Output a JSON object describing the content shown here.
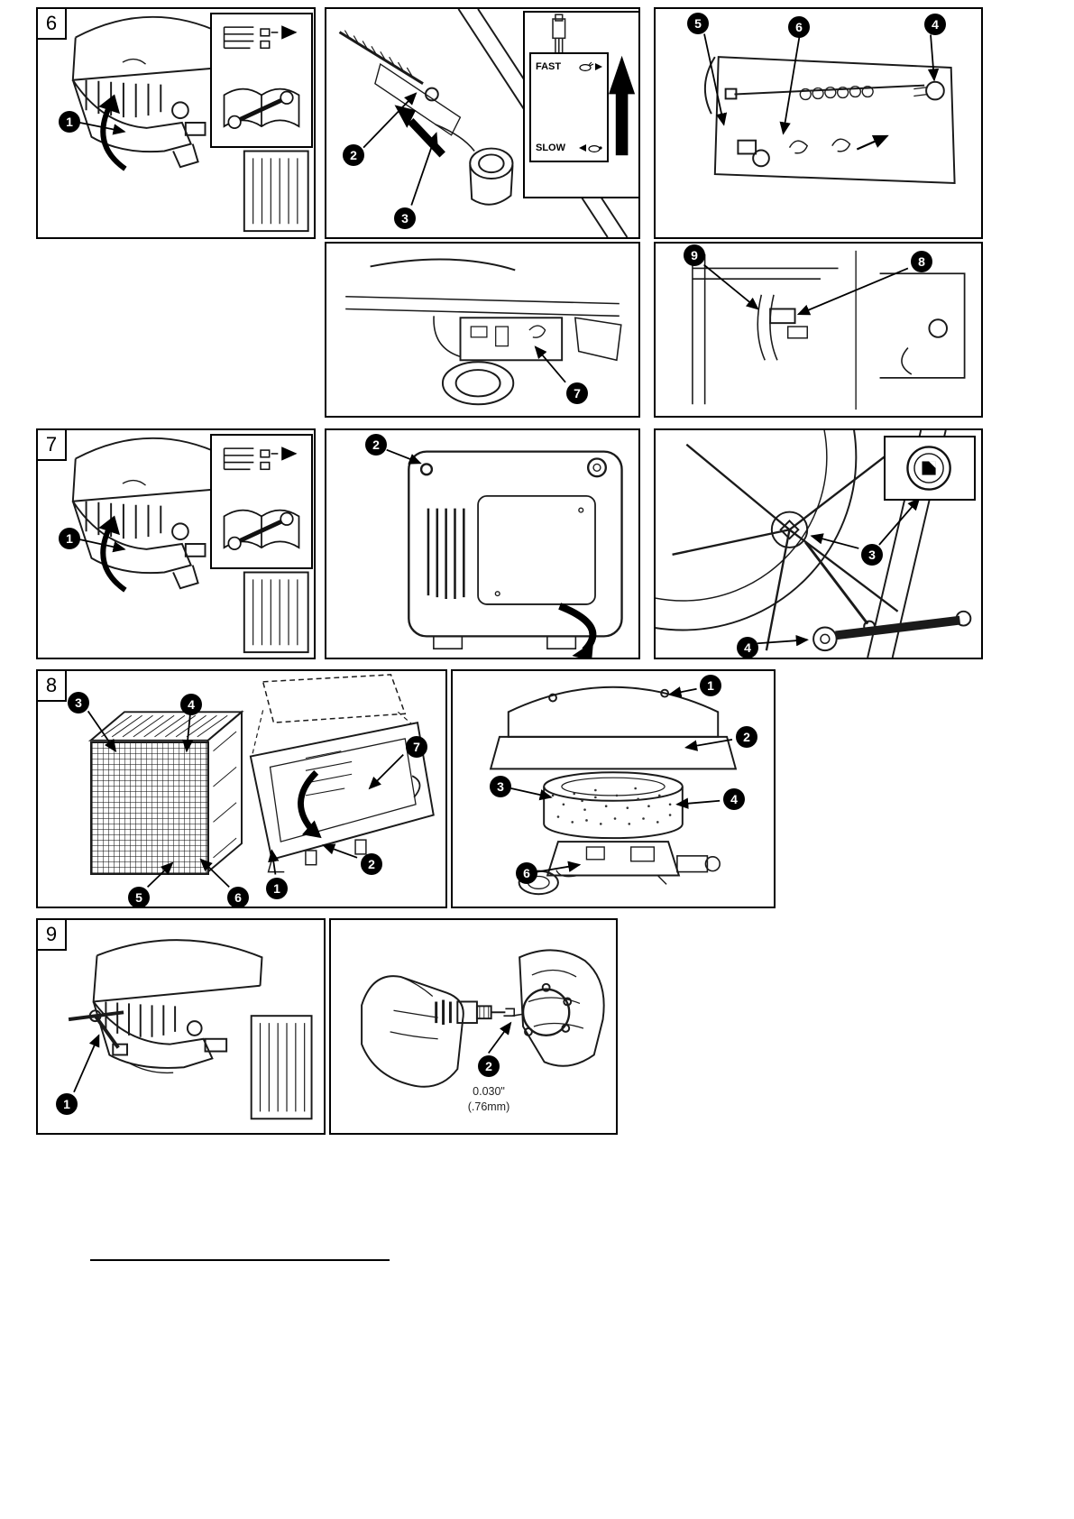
{
  "figures": {
    "fig6": {
      "label": "6",
      "callouts": {
        "c1": "1",
        "c2": "2",
        "c3": "3",
        "c4": "4",
        "c5": "5",
        "c6": "6",
        "c7": "7",
        "c8": "8",
        "c9": "9"
      },
      "inset": {
        "fast": "FAST",
        "slow": "SLOW"
      }
    },
    "fig7": {
      "label": "7",
      "callouts": {
        "c1": "1",
        "c2": "2",
        "c3": "3",
        "c4": "4"
      }
    },
    "fig8": {
      "label": "8",
      "callouts": {
        "c1": "1",
        "c2": "2",
        "c3": "3",
        "c4": "4",
        "c5": "5",
        "c6": "6",
        "c7": "7"
      }
    },
    "fig9": {
      "label": "9",
      "callouts": {
        "c1": "1",
        "c2": "2"
      },
      "gap": {
        "inches": "0.030\"",
        "mm": "(.76mm)"
      }
    }
  }
}
